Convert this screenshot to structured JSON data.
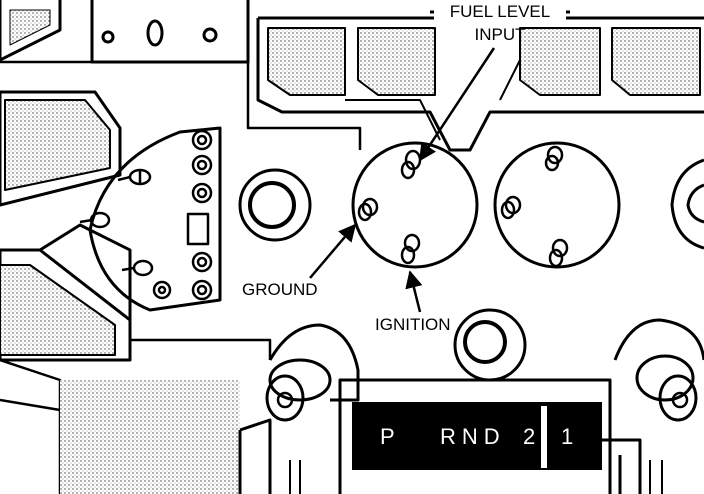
{
  "callouts": {
    "fuel_level_line1": "FUEL LEVEL",
    "fuel_level_line2": "INPUT",
    "ground": "GROUND",
    "ignition": "IGNITION"
  },
  "gear_indicator": {
    "p": "P",
    "rnd": "RND",
    "two": "2",
    "one": "1"
  },
  "colors": {
    "ink": "#000000",
    "paper": "#ffffff"
  }
}
